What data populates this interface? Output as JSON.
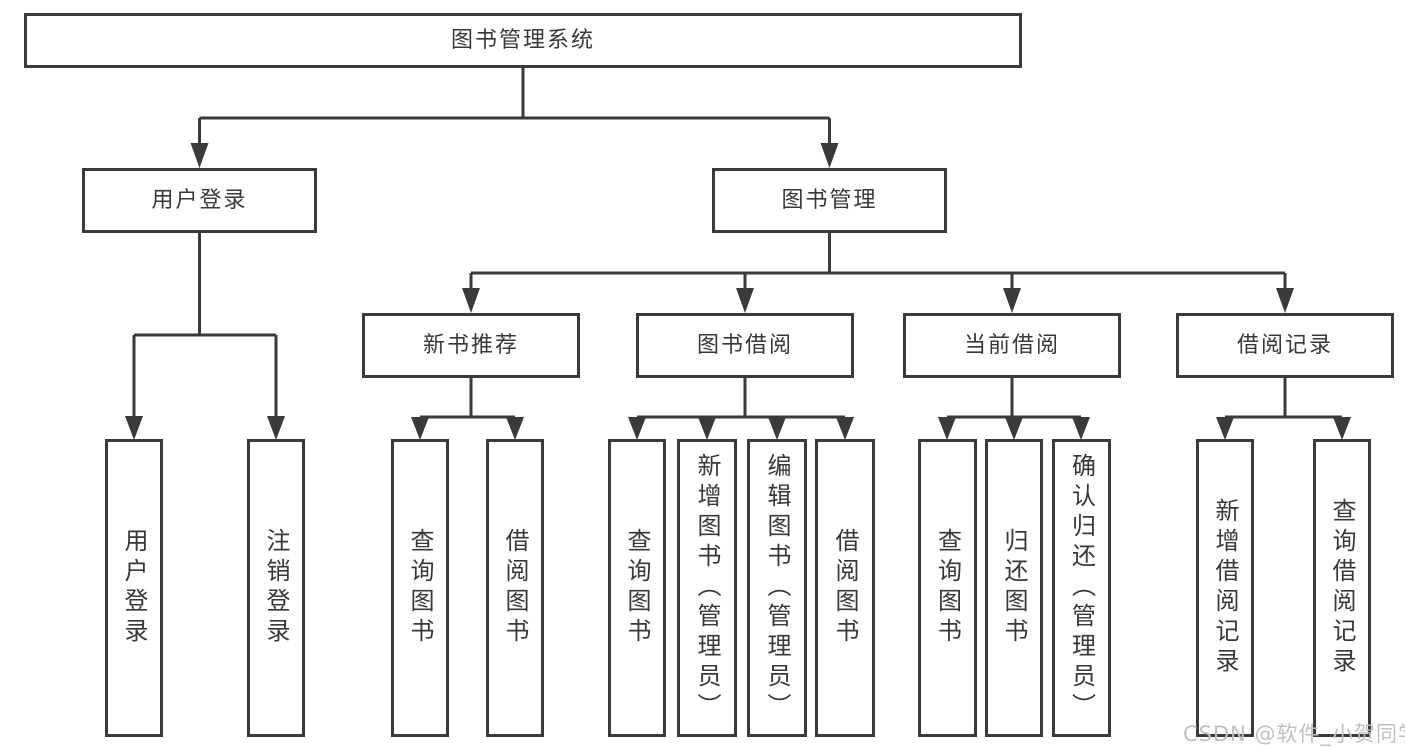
{
  "tree": {
    "label": "图书管理系统",
    "children": [
      {
        "label": "用户登录",
        "children": [
          {
            "label": "用户登录"
          },
          {
            "label": "注销登录"
          }
        ]
      },
      {
        "label": "图书管理",
        "children": [
          {
            "label": "新书推荐",
            "children": [
              {
                "label": "查询图书"
              },
              {
                "label": "借阅图书"
              }
            ]
          },
          {
            "label": "图书借阅",
            "children": [
              {
                "label": "查询图书"
              },
              {
                "label": "新增图书（管理员）"
              },
              {
                "label": "编辑图书（管理员）"
              },
              {
                "label": "借阅图书"
              }
            ]
          },
          {
            "label": "当前借阅",
            "children": [
              {
                "label": "查询图书"
              },
              {
                "label": "归还图书"
              },
              {
                "label": "确认归还（管理员）"
              }
            ]
          },
          {
            "label": "借阅记录",
            "children": [
              {
                "label": "新增借阅记录"
              },
              {
                "label": "查询借阅记录"
              }
            ]
          }
        ]
      }
    ]
  },
  "watermark": "CSDN @软件_小贺同学",
  "colors": {
    "border": "#3a3a3a",
    "line": "#3a3a3a",
    "text": "#383838",
    "watermark": "#c0c0c0",
    "background": "#ffffff"
  }
}
